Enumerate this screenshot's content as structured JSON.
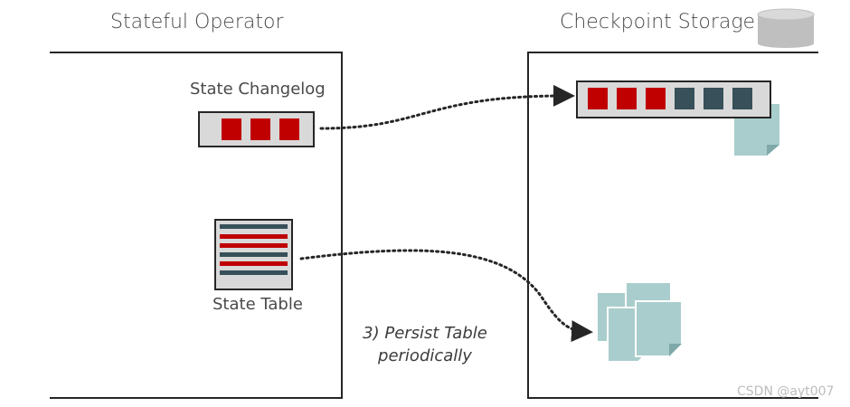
{
  "operator": {
    "title": "Stateful Operator",
    "changelog_label": "State Changelog",
    "table_label": "State Table"
  },
  "storage": {
    "title": "Checkpoint Storage",
    "icon": "database-icon"
  },
  "annotation": {
    "line1": "3) Persist Table",
    "line2": "periodically"
  },
  "watermark": "CSDN @ayt007",
  "colors": {
    "red_block": "#c00000",
    "dark_block": "#37505a",
    "container_fill": "#d9d9d9",
    "file_fill": "#a9cdcc",
    "line": "#262626",
    "db_gray": "#bfbfbf"
  }
}
